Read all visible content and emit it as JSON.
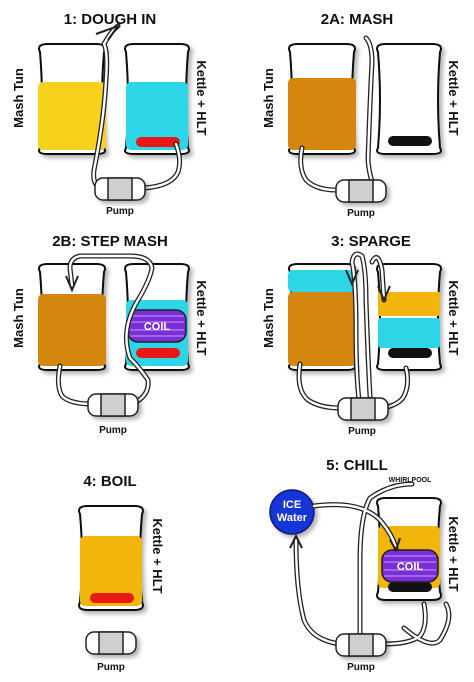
{
  "panels": {
    "p1": {
      "title": "1: DOUGH IN",
      "left_label": "Mash Tun",
      "right_label": "Kettle + HLT",
      "pump_label": "Pump"
    },
    "p2a": {
      "title": "2A: MASH",
      "left_label": "Mash Tun",
      "right_label": "Kettle + HLT",
      "pump_label": "Pump"
    },
    "p2b": {
      "title": "2B: STEP MASH",
      "left_label": "Mash Tun",
      "right_label": "Kettle + HLT",
      "pump_label": "Pump",
      "coil_label": "COIL"
    },
    "p3": {
      "title": "3: SPARGE",
      "left_label": "Mash Tun",
      "right_label": "Kettle + HLT",
      "pump_label": "Pump"
    },
    "p4": {
      "title": "4: BOIL",
      "right_label": "Kettle + HLT",
      "pump_label": "Pump"
    },
    "p5": {
      "title": "5: CHILL",
      "right_label": "Kettle + HLT",
      "pump_label": "Pump",
      "coil_label": "COIL",
      "ice_line1": "ICE",
      "ice_line2": "Water",
      "whirlpool_label": "WHIRLPOOL"
    }
  },
  "colors": {
    "water": "#2dd6e6",
    "wort": "#d4860e",
    "dough": "#f7d21c",
    "boil": "#f2b50c",
    "heater_on": "#e81818",
    "heater_off": "#111111",
    "coil": "#7a2ed8",
    "ice": "#1634d8"
  }
}
